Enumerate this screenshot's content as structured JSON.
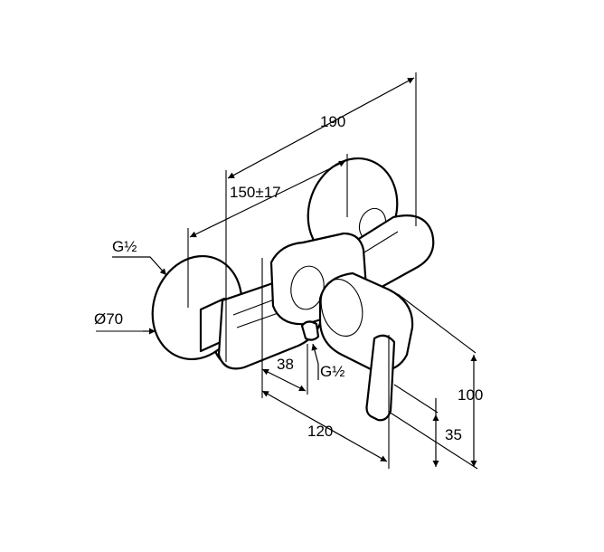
{
  "drawing": {
    "dimensions": {
      "overall_width": "190",
      "centre_distance": "150±17",
      "inlet_thread": "G½",
      "rosette_diameter": "Ø70",
      "depth_outlet": "38",
      "outlet_thread": "G½",
      "projection": "120",
      "height": "100",
      "outlet_height": "35"
    },
    "colors": {
      "line": "#000000",
      "background": "#ffffff"
    }
  }
}
